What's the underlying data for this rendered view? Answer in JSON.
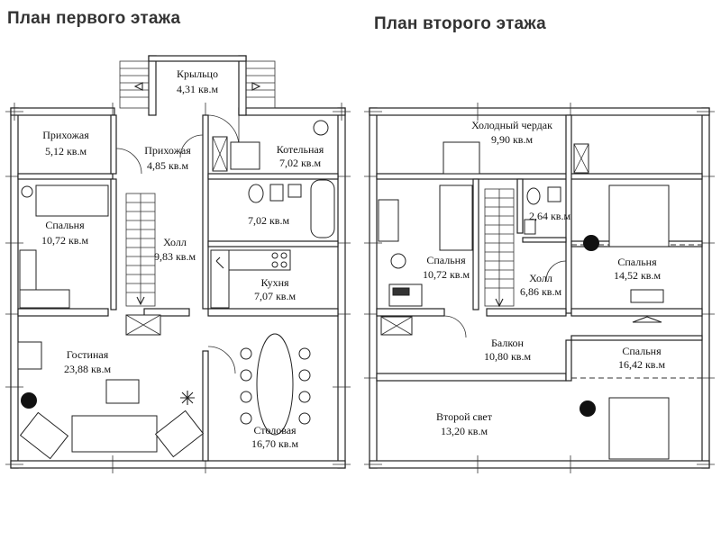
{
  "titles": {
    "first": "План первого этажа",
    "second": "План второго этажа"
  },
  "first_floor": {
    "rooms": [
      {
        "name": "Крыльцо",
        "area": "4,31 кв.м"
      },
      {
        "name": "Прихожая",
        "area": "5,12 кв.м"
      },
      {
        "name": "Прихожая",
        "area": "4,85  кв.м"
      },
      {
        "name": "Котельная",
        "area": "7,02 кв.м"
      },
      {
        "name": "Спальня",
        "area": "10,72 кв.м"
      },
      {
        "name": "",
        "area": "7,02 кв.м"
      },
      {
        "name": "Холл",
        "area": "9,83 кв.м"
      },
      {
        "name": "Кухня",
        "area": "7,07 кв.м"
      },
      {
        "name": "Гостиная",
        "area": "23,88 кв.м"
      },
      {
        "name": "Столовая",
        "area": "16,70 кв.м"
      }
    ]
  },
  "second_floor": {
    "rooms": [
      {
        "name": "Холодный чердак",
        "area": "9,90 кв.м"
      },
      {
        "name": "",
        "area": "2,64 кв.м"
      },
      {
        "name": "Спальня",
        "area": "10,72 кв.м"
      },
      {
        "name": "Холл",
        "area": "6,86 кв.м"
      },
      {
        "name": "Спальня",
        "area": "14,52 кв.м"
      },
      {
        "name": "Балкон",
        "area": "10,80 кв.м"
      },
      {
        "name": "Спальня",
        "area": "16,42 кв.м"
      },
      {
        "name": "Второй свет",
        "area": "13,20 кв.м"
      }
    ]
  }
}
